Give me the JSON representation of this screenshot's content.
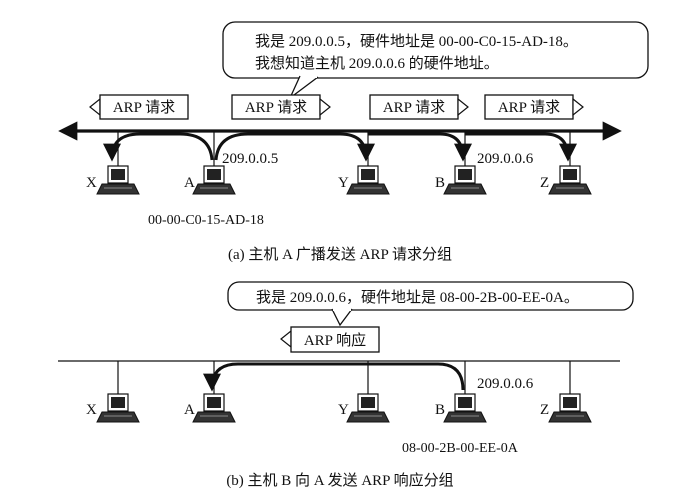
{
  "panel_a": {
    "bubble_line1": "我是 209.0.0.5，硬件地址是 00-00-C0-15-AD-18。",
    "bubble_line2": "我想知道主机 209.0.0.6 的硬件地址。",
    "packet_label": "ARP 请求",
    "hosts": [
      "X",
      "A",
      "Y",
      "B",
      "Z"
    ],
    "ip_a": "209.0.0.5",
    "ip_b": "209.0.0.6",
    "mac_a": "00-00-C0-15-AD-18",
    "caption": "(a) 主机 A 广播发送 ARP 请求分组"
  },
  "panel_b": {
    "bubble_line1": "我是 209.0.0.6，硬件地址是 08-00-2B-00-EE-0A。",
    "packet_label": "ARP 响应",
    "hosts": [
      "X",
      "A",
      "Y",
      "B",
      "Z"
    ],
    "ip_b": "209.0.0.6",
    "mac_b": "08-00-2B-00-EE-0A",
    "caption": "(b) 主机 B 向 A 发送 ARP 响应分组"
  }
}
